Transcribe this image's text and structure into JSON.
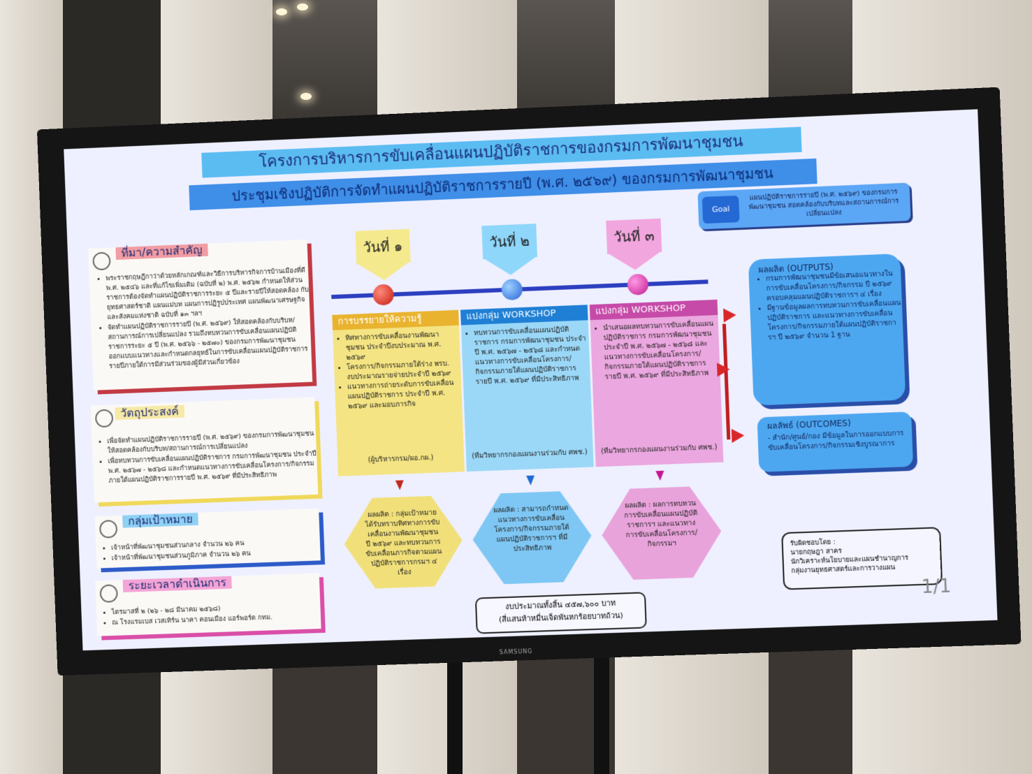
{
  "slide": {
    "title": "โครงการบริหารการขับเคลื่อนแผนปฏิบัติราชการของกรมการพัฒนาชุมชน",
    "subtitle": "ประชุมเชิงปฏิบัติการจัดทำแผนปฏิบัติราชการรายปี (พ.ศ. ๒๕๖๙) ของกรมการพัฒนาชุมชน",
    "goal_tag": "Goal",
    "goal_text": "แผนปฏิบัติราชการรายปี (พ.ศ. ๒๕๖๙) ของกรมการพัฒนาชุมชน สอดคล้องกับบริบทและสถานการณ์การเปลี่ยนแปลง",
    "background": {
      "header": "ที่มา/ความสำคัญ",
      "items": [
        "พระราชกฤษฎีกาว่าด้วยหลักเกณฑ์และวิธีการบริหารกิจการบ้านเมืองที่ดี พ.ศ. ๒๕๔๖ และที่แก้ไขเพิ่มเติม (ฉบับที่ ๒) พ.ศ. ๒๕๖๒ กำหนดให้ส่วนราชการต้องจัดทำแผนปฏิบัติราชการระยะ ๕ ปีและรายปีให้สอดคล้อง กับยุทธศาสตร์ชาติ แผนแม่บท แผนการปฏิรูปประเทศ แผนพัฒนาเศรษฐกิจและสังคมแห่งชาติ ฉบับที่ ๑๓ ฯลฯ",
        "จัดทำแผนปฏิบัติราชการรายปี (พ.ศ. ๒๕๖๙) ให้สอดคล้องกับบริบท/สถานการณ์การเปลี่ยนแปลง รวมถึงทบทวนการขับเคลื่อนแผนปฏิบัติราชการระยะ ๕ ปี (พ.ศ. ๒๕๖๖ - ๒๕๗๐) ของกรมการพัฒนาชุมชน ออกแบบแนวทางและกำหนดกลยุทธ์ในการขับเคลื่อนแผนปฏิบัติราชการรายปีภายใต้การมีส่วนร่วมของผู้มีส่วนเกี่ยวข้อง"
      ]
    },
    "objectives": {
      "header": "วัตถุประสงค์",
      "items": [
        "เพื่อจัดทำแผนปฏิบัติราชการรายปี (พ.ศ. ๒๕๖๙) ของกรมการพัฒนาชุมชนให้สอดคล้องกับบริบท/สถานการณ์การเปลี่ยนแปลง",
        "เพื่อทบทวนการขับเคลื่อนแผนปฏิบัติราชการ กรมการพัฒนาชุมชน ประจำปี พ.ศ. ๒๕๖๗ - ๒๕๖๘ และกำหนดแนวทางการขับเคลื่อนโครงการ/กิจกรรมภายใต้แผนปฏิบัติราชการรายปี พ.ศ. ๒๕๖๙ ที่มีประสิทธิภาพ"
      ]
    },
    "target": {
      "header": "กลุ่มเป้าหมาย",
      "items": [
        "เจ้าหน้าที่พัฒนาชุมชนส่วนกลาง จำนวน ๒๖ คน",
        "เจ้าหน้าที่พัฒนาชุมชนส่วนภูมิภาค จำนวน ๒๖ คน"
      ]
    },
    "period": {
      "header": "ระยะเวลาดำเนินการ",
      "items": [
        "ไตรมาสที่ ๒ (๒๖ - ๒๘ มีนาคม ๒๕๖๘)",
        "ณ โรงแรมเบส เวสเทิร์น นาคา คอนเมือง แอร์พอร์ต กทม."
      ]
    },
    "days": [
      {
        "label": "วันที่ ๑",
        "heading": "การบรรยายให้ความรู้",
        "items": [
          "ทิศทางการขับเคลื่อนงานพัฒนาชุมชน ประจำปีงบประมาณ พ.ศ. ๒๕๖๙",
          "โครงการ/กิจกรรมภายใต้ร่าง พรบ. งบประมาณรายจ่ายประจำปี ๒๕๖๙",
          "แนวทางการถ่ายระดับการขับเคลื่อนแผนปฏิบัติราชการ ประจำปี พ.ศ. ๒๕๖๙ และมอบภารกิจ"
        ],
        "footer": "(ผู้บริหารกรม/ผอ.กผ.)",
        "result": "ผลผลิต : กลุ่มเป้าหมายได้รับทราบทิศทางการขับเคลื่อนงานพัฒนาชุมชน ปี ๒๕๖๙ และทบทวนการขับเคลื่อนภารกิจตามแผนปฏิบัติราชการกรมฯ ๔ เรื่อง"
      },
      {
        "label": "วันที่ ๒",
        "heading": "แบ่งกลุ่ม WORKSHOP",
        "items": [
          "ทบทวนการขับเคลื่อนแผนปฏิบัติราชการ กรมการพัฒนาชุมชน ประจำปี พ.ศ. ๒๕๖๗ - ๒๕๖๘ และกำหนดแนวทางการขับเคลื่อนโครงการ/กิจกรรมภายใต้แผนปฏิบัติราชการรายปี พ.ศ. ๒๕๖๙ ที่มีประสิทธิภาพ"
        ],
        "footer": "(ทีมวิทยากรกองแผนงานร่วมกับ ศพช.)",
        "result": "ผลผลิต : สามารถกำหนดแนวทางการขับเคลื่อนโครงการ/กิจกรรมภายใต้แผนปฏิบัติราชการฯ ที่มีประสิทธิภาพ"
      },
      {
        "label": "วันที่ ๓",
        "heading": "แบ่งกลุ่ม WORKSHOP",
        "items": [
          "นำเสนอผลทบทวนการขับเคลื่อนแผนปฏิบัติราชการ กรมการพัฒนาชุมชน ประจำปี พ.ศ. ๒๕๖๗ - ๒๕๖๘ และแนวทางการขับเคลื่อนโครงการ/กิจกรรมภายใต้แผนปฏิบัติราชการรายปี พ.ศ. ๒๕๖๙ ที่มีประสิทธิภาพ"
        ],
        "footer": "(ทีมวิทยากรกองแผนงานร่วมกับ ศพช.)",
        "result": "ผลผลิต : ผลการทบทวนการขับเคลื่อนแผนปฏิบัติราชการฯ และแนวทางการขับเคลื่อนโครงการ/กิจกรรมฯ"
      }
    ],
    "budget": {
      "line1": "งบประมาณทั้งสิ้น ๔๕๗,๖๐๐ บาท",
      "line2": "(สี่แสนห้าหมื่นเจ็ดพันหกร้อยบาทถ้วน)"
    },
    "outputs": {
      "header": "ผลผลิต (OUTPUTS)",
      "items": [
        "กรมการพัฒนาชุมชนมีข้อเสนอแนวทางในการขับเคลื่อนโครงการ/กิจกรรม ปี ๒๕๖๙ ครอบคลุมแผนปฏิบัติราชการฯ ๔ เรื่อง",
        "มีฐานข้อมูลผลการทบทวนการขับเคลื่อนแผนปฏิบัติราชการ และแนวทางการขับเคลื่อนโครงการ/กิจกรรมภายใต้แผนปฏิบัติราชการฯ ปี ๒๕๖๙ จำนวน 1 ฐาน"
      ]
    },
    "outcomes": {
      "header": "ผลลัพธ์ (OUTCOMES)",
      "text": "- สำนัก/ศูนย์/กอง มีข้อมูลในการออกแบบการขับเคลื่อนโครงการ/กิจกรรมเชิงบูรณาการ"
    },
    "credit": {
      "line1": "รับผิดชอบโดย :",
      "line2": "นายกฤษฎา สาคร",
      "line3": "นักวิเคราะห์นโยบายและแผนชำนาญการ",
      "line4": "กลุ่มงานยุทธศาสตร์และการวางแผน"
    },
    "page": "1/1"
  },
  "tv_brand": "SAMSUNG"
}
